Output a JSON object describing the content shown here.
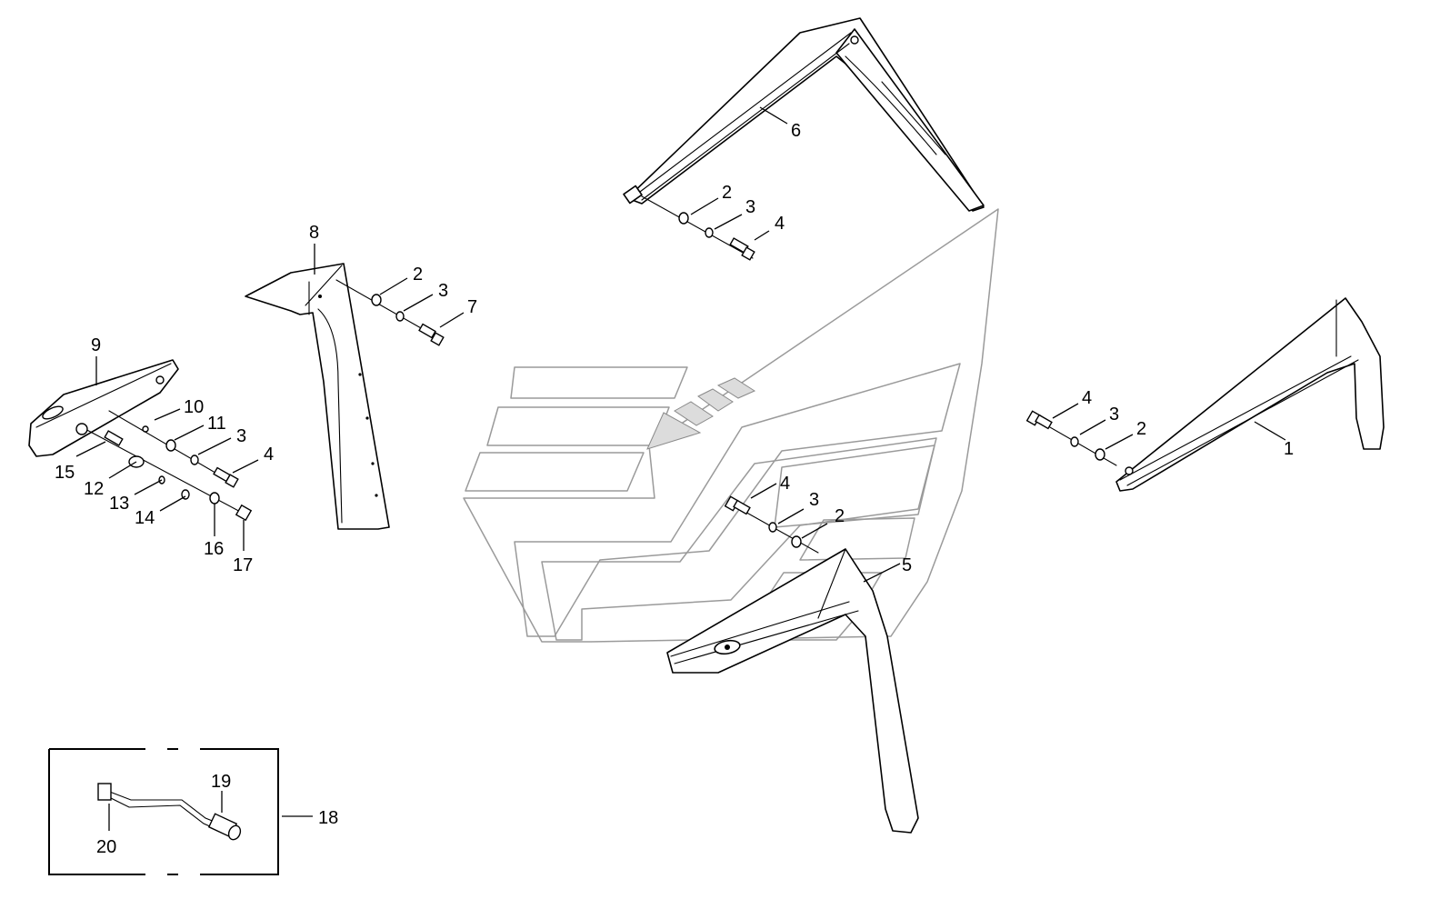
{
  "diagram": {
    "callouts": [
      {
        "id": "c1",
        "label": "1"
      },
      {
        "id": "c2a",
        "label": "2"
      },
      {
        "id": "c2b",
        "label": "2"
      },
      {
        "id": "c2c",
        "label": "2"
      },
      {
        "id": "c2d",
        "label": "2"
      },
      {
        "id": "c3a",
        "label": "3"
      },
      {
        "id": "c3b",
        "label": "3"
      },
      {
        "id": "c3c",
        "label": "3"
      },
      {
        "id": "c3d",
        "label": "3"
      },
      {
        "id": "c3e",
        "label": "3"
      },
      {
        "id": "c4a",
        "label": "4"
      },
      {
        "id": "c4b",
        "label": "4"
      },
      {
        "id": "c4c",
        "label": "4"
      },
      {
        "id": "c4d",
        "label": "4"
      },
      {
        "id": "c5",
        "label": "5"
      },
      {
        "id": "c6",
        "label": "6"
      },
      {
        "id": "c7",
        "label": "7"
      },
      {
        "id": "c8",
        "label": "8"
      },
      {
        "id": "c9",
        "label": "9"
      },
      {
        "id": "c10",
        "label": "10"
      },
      {
        "id": "c11",
        "label": "11"
      },
      {
        "id": "c12",
        "label": "12"
      },
      {
        "id": "c13",
        "label": "13"
      },
      {
        "id": "c14",
        "label": "14"
      },
      {
        "id": "c15",
        "label": "15"
      },
      {
        "id": "c16",
        "label": "16"
      },
      {
        "id": "c17",
        "label": "17"
      },
      {
        "id": "c18",
        "label": "18"
      },
      {
        "id": "c19",
        "label": "19"
      },
      {
        "id": "c20",
        "label": "20"
      }
    ]
  }
}
